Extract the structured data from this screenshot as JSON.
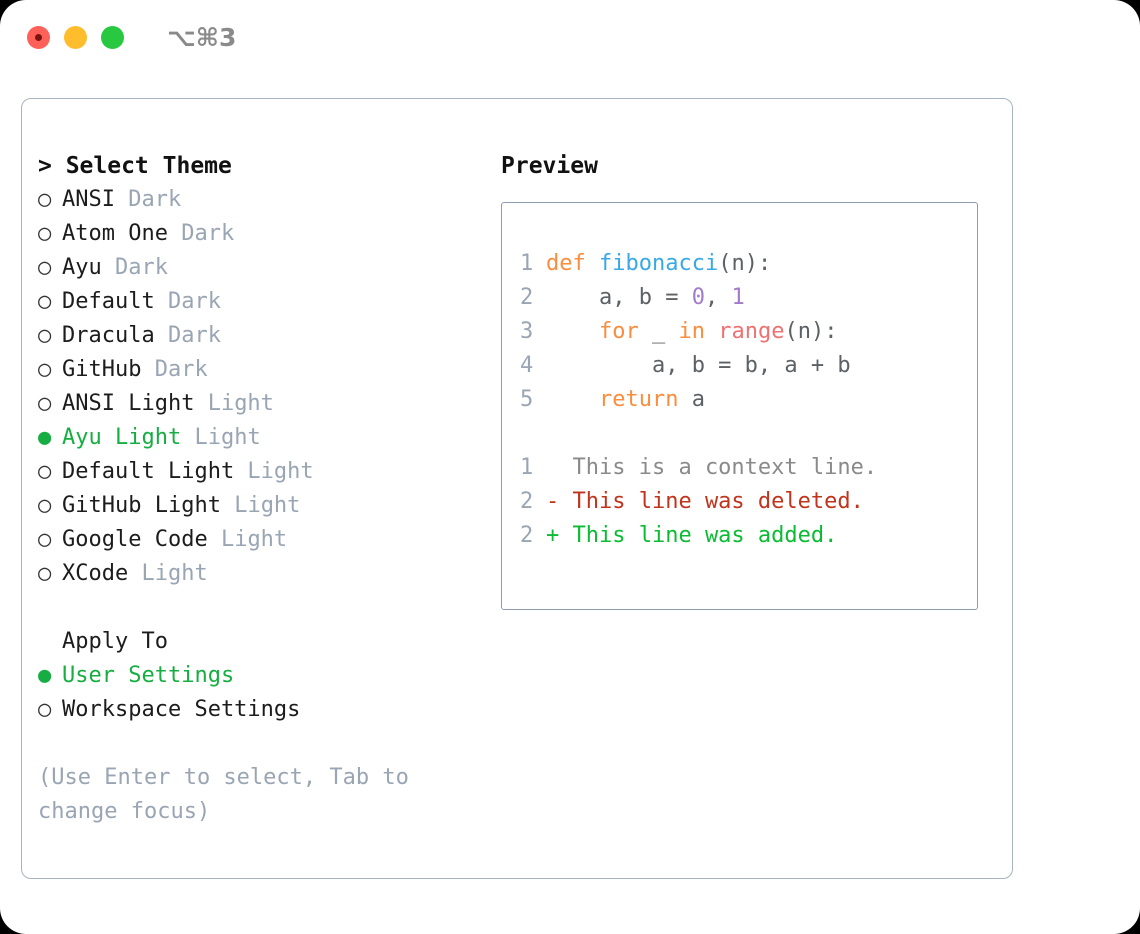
{
  "titlebar": {
    "shortcut": "⌥⌘3",
    "buttons": [
      "close",
      "minimize",
      "maximize"
    ]
  },
  "themes": {
    "header": "> Select Theme",
    "items": [
      {
        "bullet": "○",
        "name": "ANSI",
        "variant": "Dark",
        "selected": false
      },
      {
        "bullet": "○",
        "name": "Atom One",
        "variant": "Dark",
        "selected": false
      },
      {
        "bullet": "○",
        "name": "Ayu",
        "variant": "Dark",
        "selected": false
      },
      {
        "bullet": "○",
        "name": "Default",
        "variant": "Dark",
        "selected": false
      },
      {
        "bullet": "○",
        "name": "Dracula",
        "variant": "Dark",
        "selected": false
      },
      {
        "bullet": "○",
        "name": "GitHub",
        "variant": "Dark",
        "selected": false
      },
      {
        "bullet": "○",
        "name": "ANSI Light",
        "variant": "Light",
        "selected": false
      },
      {
        "bullet": "●",
        "name": "Ayu Light",
        "variant": "Light",
        "selected": true
      },
      {
        "bullet": "○",
        "name": "Default Light",
        "variant": "Light",
        "selected": false
      },
      {
        "bullet": "○",
        "name": "GitHub Light",
        "variant": "Light",
        "selected": false
      },
      {
        "bullet": "○",
        "name": "Google Code",
        "variant": "Light",
        "selected": false
      },
      {
        "bullet": "○",
        "name": "XCode",
        "variant": "Light",
        "selected": false
      }
    ]
  },
  "apply_to": {
    "title": "Apply To",
    "items": [
      {
        "bullet": "●",
        "label": "User Settings",
        "selected": true
      },
      {
        "bullet": "○",
        "label": "Workspace Settings",
        "selected": false
      }
    ]
  },
  "hint": "(Use Enter to select, Tab to change focus)",
  "preview": {
    "title": "Preview",
    "code_lines": [
      {
        "lineno": "1",
        "tokens": [
          {
            "text": "def ",
            "kind": "kw"
          },
          {
            "text": "fibonacci",
            "kind": "fn"
          },
          {
            "text": "(n):",
            "kind": "plain"
          }
        ]
      },
      {
        "lineno": "2",
        "tokens": [
          {
            "text": "    a, b = ",
            "kind": "plain"
          },
          {
            "text": "0",
            "kind": "num"
          },
          {
            "text": ", ",
            "kind": "plain"
          },
          {
            "text": "1",
            "kind": "num"
          }
        ]
      },
      {
        "lineno": "3",
        "tokens": [
          {
            "text": "    ",
            "kind": "plain"
          },
          {
            "text": "for",
            "kind": "kw"
          },
          {
            "text": " _ ",
            "kind": "plain"
          },
          {
            "text": "in",
            "kind": "kw"
          },
          {
            "text": " ",
            "kind": "plain"
          },
          {
            "text": "range",
            "kind": "call"
          },
          {
            "text": "(n):",
            "kind": "plain"
          }
        ]
      },
      {
        "lineno": "4",
        "tokens": [
          {
            "text": "        a, b = b, a + b",
            "kind": "plain"
          }
        ]
      },
      {
        "lineno": "5",
        "tokens": [
          {
            "text": "    ",
            "kind": "plain"
          },
          {
            "text": "return",
            "kind": "kw"
          },
          {
            "text": " a",
            "kind": "plain"
          }
        ]
      }
    ],
    "diff_lines": [
      {
        "lineno": "1",
        "marker": " ",
        "text": "  This is a context line.",
        "kind": "ctx"
      },
      {
        "lineno": "2",
        "marker": "-",
        "text": "- This line was deleted.",
        "kind": "del"
      },
      {
        "lineno": "2",
        "marker": "+",
        "text": "+ This line was added.",
        "kind": "add"
      }
    ]
  },
  "colors": {
    "accent_green": "#16ae42",
    "muted_gray": "#9aa5b4",
    "panel_border": "#a9b4c2",
    "code_border": "#8f9cad",
    "kw_orange": "#fa8d3e",
    "fn_blue": "#39a9e6",
    "num_purple": "#a37acc",
    "call_red": "#f07171",
    "diff_deleted": "#c0341d",
    "diff_added": "#0bbb33",
    "traffic_red": "#ff6058",
    "traffic_yellow": "#ffbd2e",
    "traffic_green": "#28c940"
  }
}
